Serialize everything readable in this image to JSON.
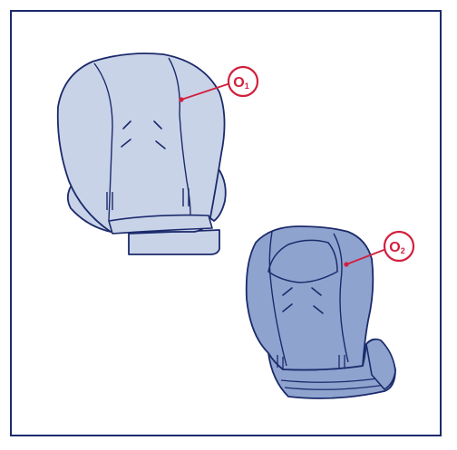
{
  "colors": {
    "frame": "#1b2a6b",
    "outline": "#1b2a6b",
    "cover_light": "#c9d3e8",
    "cover_dark": "#8fa3cf",
    "callout": "#d21f3c"
  },
  "callouts": [
    {
      "main": "O",
      "sub": "1"
    },
    {
      "main": "O",
      "sub": "2"
    }
  ]
}
